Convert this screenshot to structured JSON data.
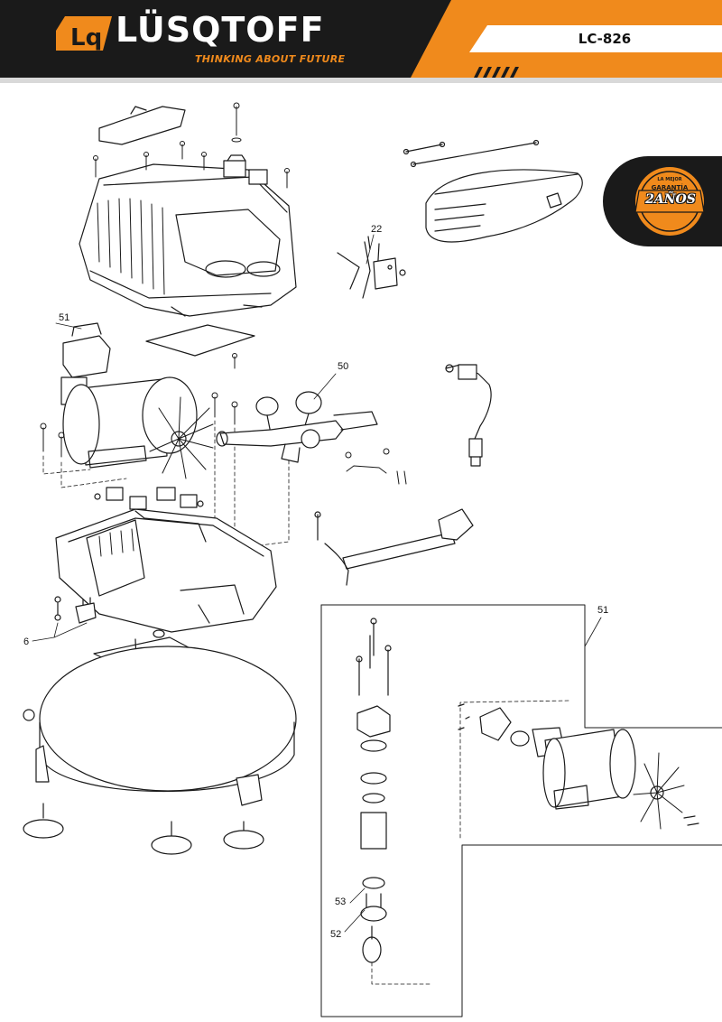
{
  "header": {
    "brand_name": "LÜSQTOFF",
    "tagline": "THINKING ABOUT FUTURE",
    "model": "LC-826",
    "colors": {
      "black": "#1a1a1a",
      "orange": "#f08a1c",
      "white": "#ffffff"
    }
  },
  "warranty_badge": {
    "top": "LA MEJOR",
    "middle": "GARANTÍA",
    "main": "2AÑOS"
  },
  "diagram": {
    "callouts": [
      "22",
      "51",
      "50",
      "6",
      "51",
      "53",
      "52"
    ]
  }
}
